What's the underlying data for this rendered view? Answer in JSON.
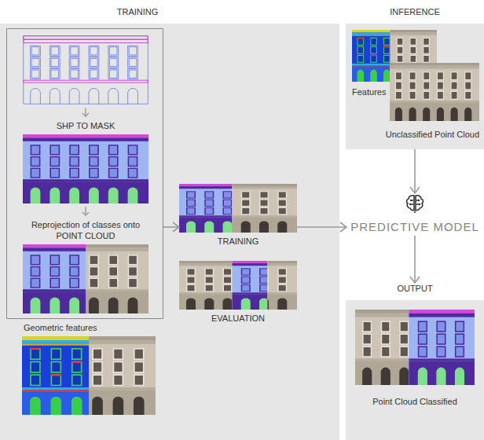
{
  "diagram": {
    "nodes": [
      {
        "text": [
          "TRAINING"
        ]
      },
      {
        "text": [
          "SHP TO MASK",
          "Reprojection of classes onto POINT CLOUD"
        ],
        "in": 0
      },
      {
        "text": [
          "Geometric features"
        ],
        "in": 0
      },
      {
        "text": [
          "TRAINING"
        ],
        "in": 0
      },
      {
        "text": [
          "EVALUATION"
        ],
        "in": 0
      },
      {
        "text": [
          "INFERENCE",
          "Features",
          "Unclassified Point Cloud"
        ]
      },
      {
        "text": [
          "PREDICTIVE MODEL"
        ]
      },
      {
        "text": [
          "OUTPUT",
          "Point Cloud Classified"
        ]
      }
    ],
    "edges": [
      {
        "from": 1,
        "to": 3,
        "arrow": "to"
      },
      {
        "from": 3,
        "to": 6,
        "arrow": "to"
      },
      {
        "from": 5,
        "to": 6,
        "arrow": "to"
      },
      {
        "from": 6,
        "to": 7,
        "arrow": "to"
      }
    ]
  }
}
